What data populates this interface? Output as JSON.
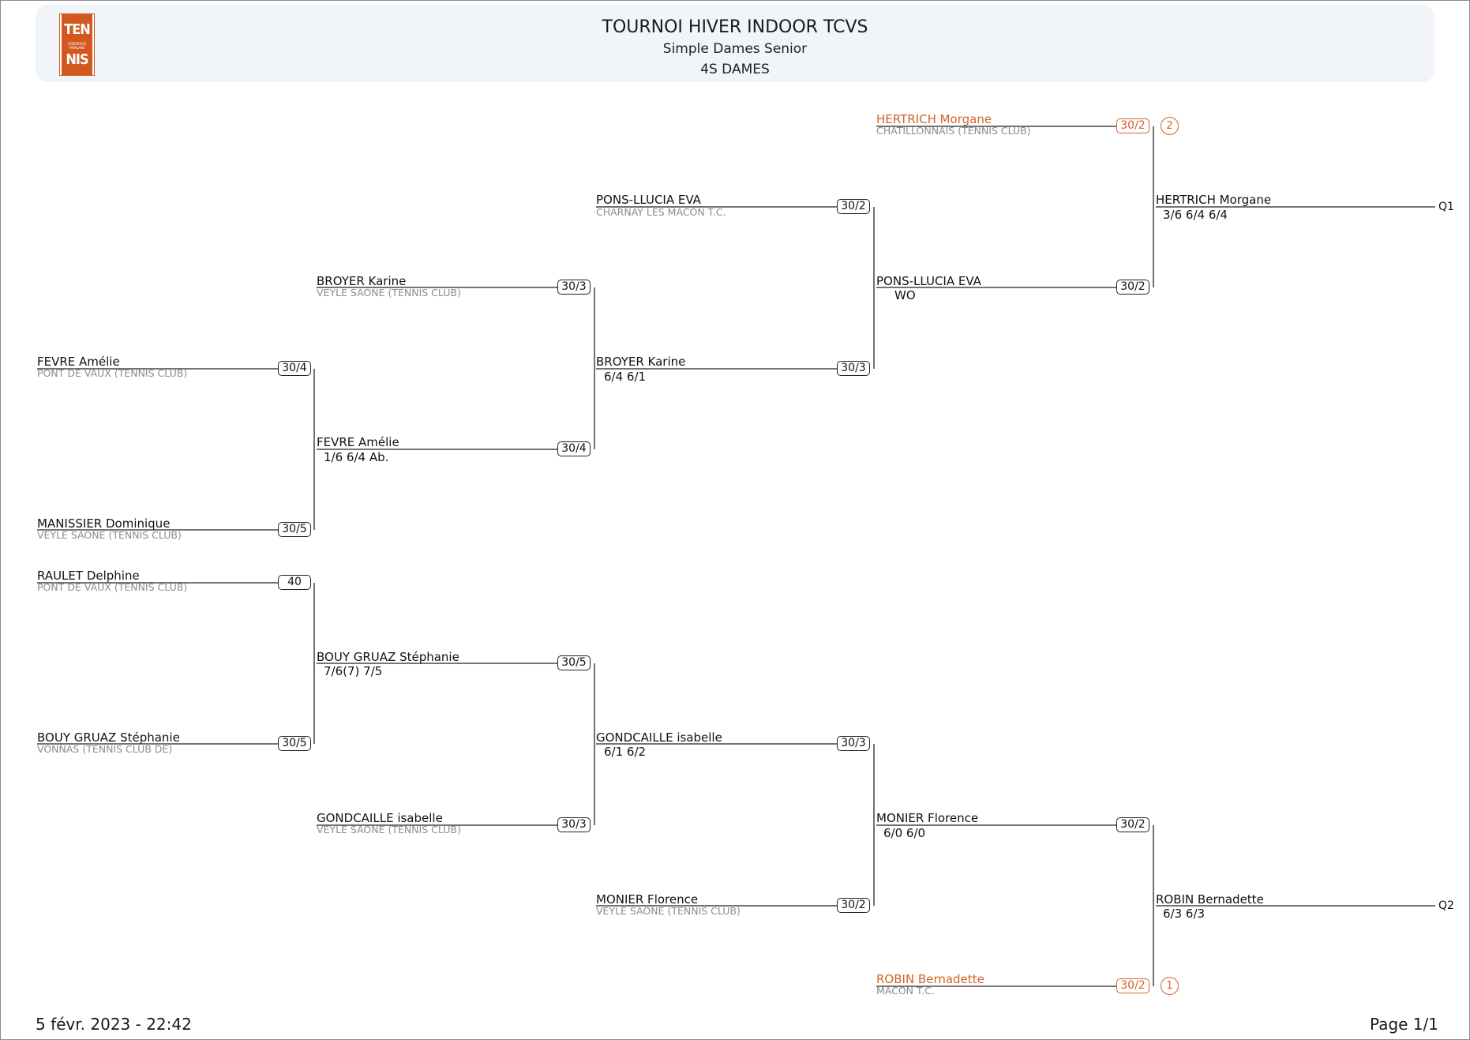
{
  "header": {
    "logo_top": "TEN",
    "logo_mid": "FÉDÉRATION FRANÇAISE",
    "logo_bottom": "NIS",
    "title": "TOURNOI HIVER INDOOR TCVS",
    "subtitle": "Simple Dames Senior",
    "category": "4S DAMES"
  },
  "entries": {
    "hertrich": {
      "name": "HERTRICH Morgane",
      "club": "CHATILLONNAIS (TENNIS CLUB)",
      "rank": "30/2",
      "seed": "2"
    },
    "pons": {
      "name": "PONS-LLUCIA EVA",
      "club": "CHARNAY LES MACON T.C.",
      "rank": "30/2"
    },
    "broyer": {
      "name": "BROYER Karine",
      "club": "VEYLE SAONE (TENNIS CLUB)",
      "rank": "30/3"
    },
    "fevre": {
      "name": "FEVRE Amélie",
      "club": "PONT DE VAUX (TENNIS CLUB)",
      "rank": "30/4"
    },
    "manissier": {
      "name": "MANISSIER Dominique",
      "club": "VEYLE SAONE (TENNIS CLUB)",
      "rank": "30/5"
    },
    "raulet": {
      "name": "RAULET Delphine",
      "club": "PONT DE VAUX (TENNIS CLUB)",
      "rank": "40"
    },
    "bouy": {
      "name": "BOUY GRUAZ Stéphanie",
      "club": "VONNAS (TENNIS CLUB DE)",
      "rank": "30/5"
    },
    "gondcaille": {
      "name": "GONDCAILLE isabelle",
      "club": "VEYLE SAONE (TENNIS CLUB)",
      "rank": "30/3"
    },
    "monier": {
      "name": "MONIER Florence",
      "club": "VEYLE SAONE (TENNIS CLUB)",
      "rank": "30/2"
    },
    "robin": {
      "name": "ROBIN Bernadette",
      "club": "MACON T.C.",
      "rank": "30/2",
      "seed": "1"
    }
  },
  "results": {
    "fevre_r1": {
      "name": "FEVRE Amélie",
      "score": "1/6 6/4  Ab.",
      "rank": "30/4"
    },
    "bouy_r1": {
      "name": "BOUY GRUAZ Stéphanie",
      "score": "7/6(7) 7/5",
      "rank": "30/5"
    },
    "broyer_r2": {
      "name": "BROYER Karine",
      "score": "6/4 6/1",
      "rank": "30/3"
    },
    "gondcaille_r2": {
      "name": "GONDCAILLE isabelle",
      "score": "6/1 6/2",
      "rank": "30/3"
    },
    "pons_r3": {
      "name": "PONS-LLUCIA EVA",
      "score": "WO",
      "rank": "30/2"
    },
    "monier_r3": {
      "name": "MONIER Florence",
      "score": "6/0 6/0",
      "rank": "30/2"
    },
    "hertrich_final": {
      "name": "HERTRICH Morgane",
      "score": "3/6 6/4 6/4",
      "qualifier": "Q1"
    },
    "robin_final": {
      "name": "ROBIN Bernadette",
      "score": "6/3 6/3",
      "qualifier": "Q2"
    }
  },
  "footer": {
    "date": "5 févr. 2023 - 22:42",
    "page": "Page 1/1"
  }
}
